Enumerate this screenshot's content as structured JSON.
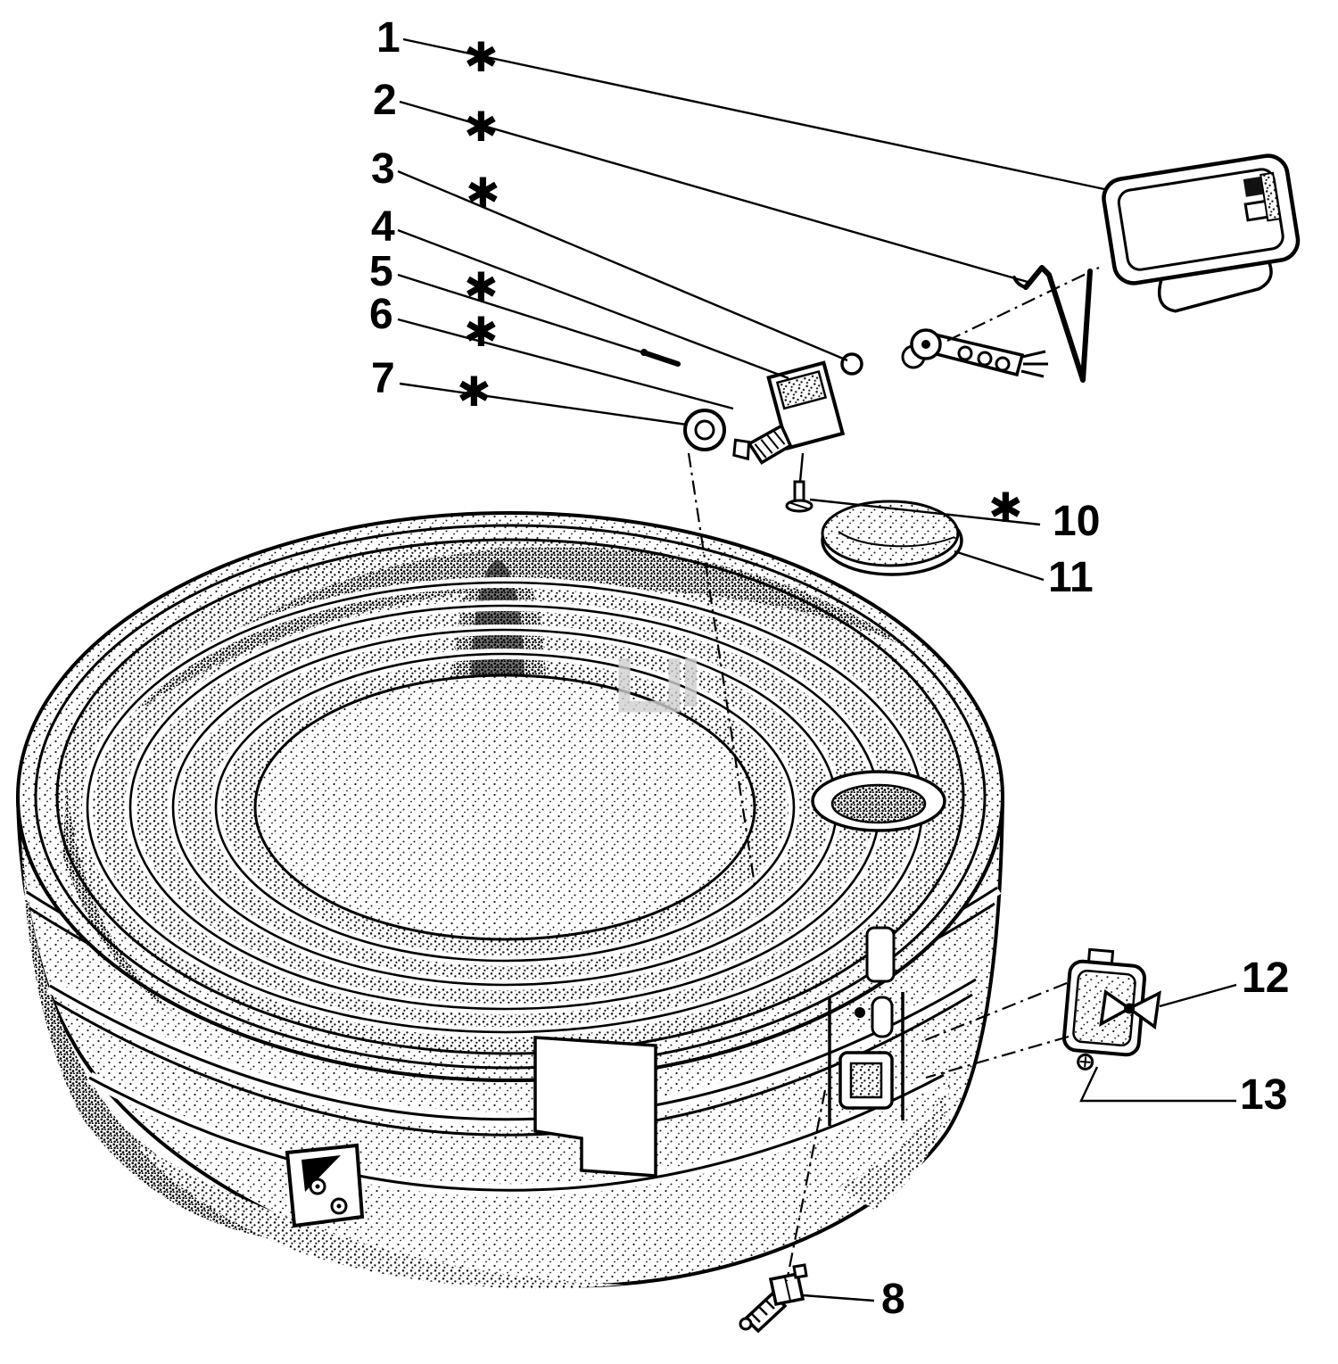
{
  "figure": {
    "type": "exploded-parts-diagram",
    "background": "#ffffff",
    "ink": "#000000",
    "watermark_color": "#d0d0d0",
    "asterisk": "✱",
    "callouts": {
      "n1": "1",
      "n2": "2",
      "n3": "3",
      "n4": "4",
      "n5": "5",
      "n6": "6",
      "n7": "7",
      "n8": "8",
      "n10": "10",
      "n11": "11",
      "n12": "12",
      "n13": "13"
    },
    "asterisk_marked": [
      "1",
      "2",
      "3",
      "5",
      "6",
      "7",
      "10"
    ]
  }
}
